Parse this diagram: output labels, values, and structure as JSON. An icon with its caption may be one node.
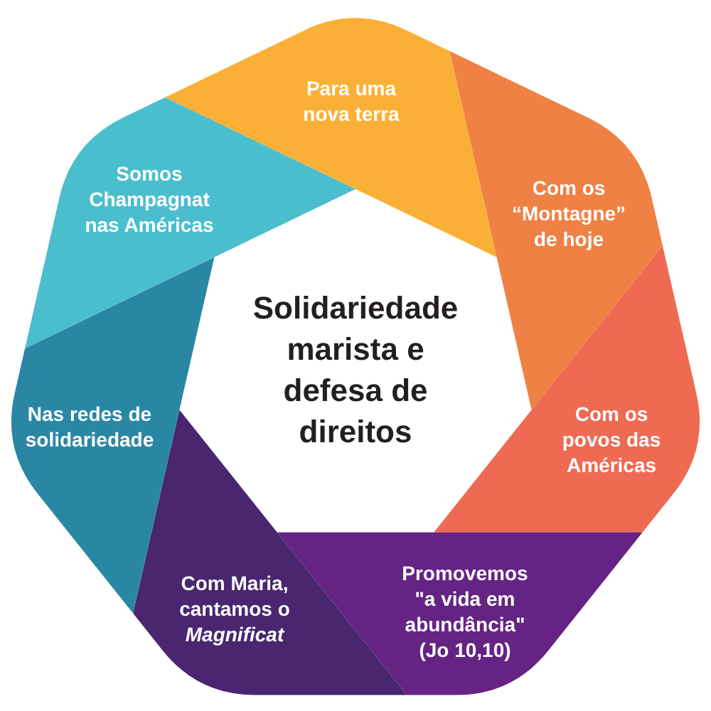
{
  "diagram": {
    "nodes": [
      {
        "text": [
          "Solidariedade marista e defesa de direitos"
        ]
      },
      {
        "text": [
          "Para uma nova terra"
        ]
      },
      {
        "text": [
          "Com os “Montagne” de hoje"
        ]
      },
      {
        "text": [
          "Com os povos das Américas"
        ]
      },
      {
        "text": [
          "Promovemos \"a vida em abundância\" (Jo 10,10)"
        ]
      },
      {
        "text": [
          "Com Maria, cantamos o *Magnificat*"
        ]
      },
      {
        "text": [
          "Nas redes de solidariedade"
        ]
      },
      {
        "text": [
          "Somos Champagnat nas Américas"
        ]
      }
    ]
  }
}
